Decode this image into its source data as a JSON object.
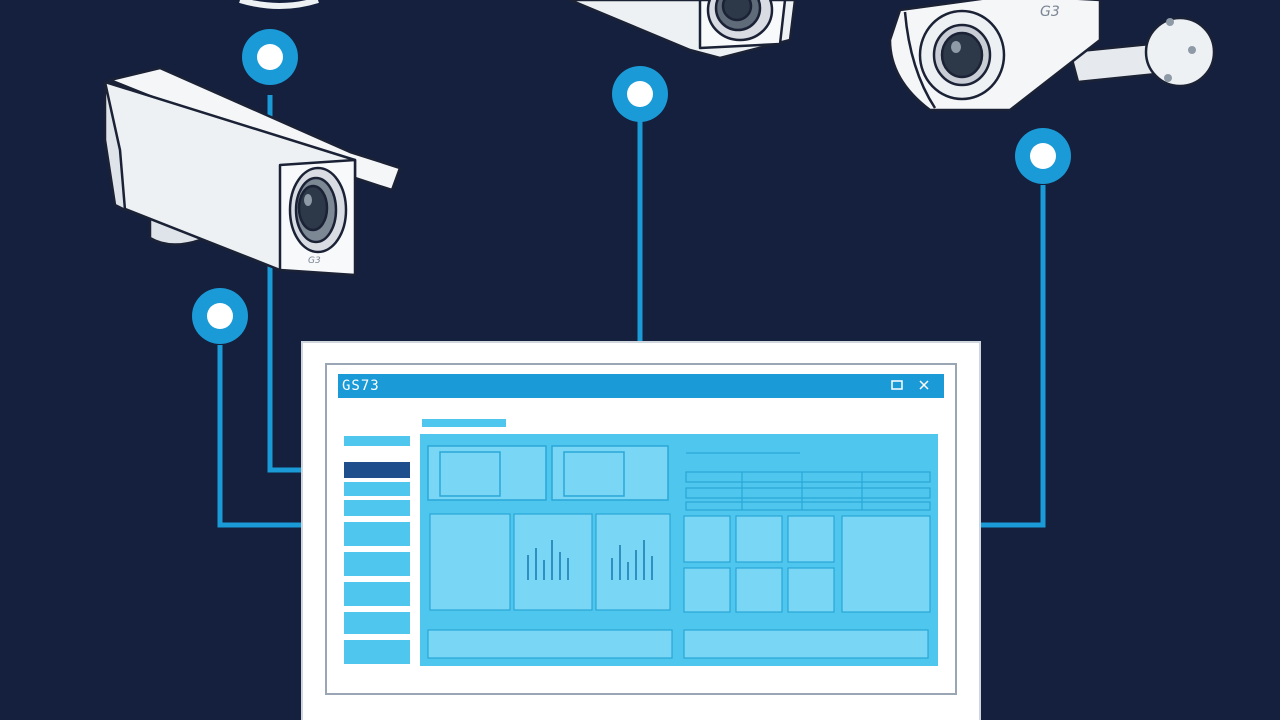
{
  "colors": {
    "background": "#14203d",
    "accent": "#1a9ad6",
    "accent_light": "#4fc6ee",
    "camera_body": "#eef1f4",
    "camera_outline": "#1b2236"
  },
  "dashboard": {
    "title": "GS73"
  },
  "cameras": {
    "left_label": "G3",
    "right_label": "G3"
  },
  "icons": [
    "network-node-icon",
    "camera-icon",
    "menu-icon",
    "close-icon"
  ]
}
